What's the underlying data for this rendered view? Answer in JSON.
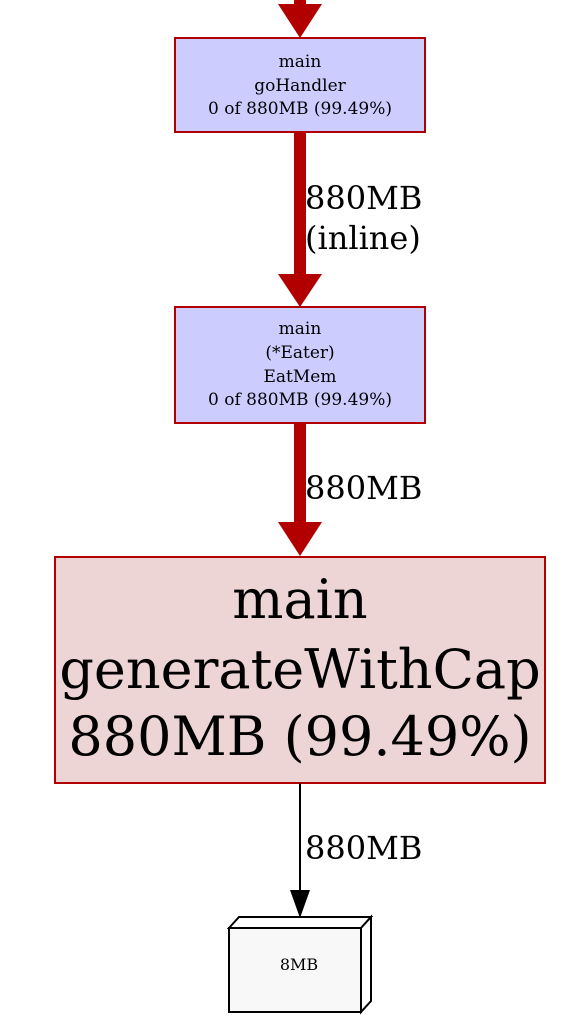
{
  "colors": {
    "hot_edge": "#b20000",
    "hot_border": "#b20000",
    "small_node_fill": "#ccccff",
    "big_node_fill": "#edd5d5",
    "cold_edge": "#000000",
    "leaf_fill": "#f8f8f8",
    "leaf_side": "#ffffff"
  },
  "nodes": {
    "go_handler": {
      "lines": [
        "main",
        "goHandler",
        "0 of 880MB (99.49%)"
      ]
    },
    "eat_mem": {
      "lines": [
        "main",
        "(*Eater)",
        "EatMem",
        "0 of 880MB (99.49%)"
      ]
    },
    "generate_with_cap": {
      "lines": [
        "main",
        "generateWithCap",
        "880MB (99.49%)"
      ]
    },
    "leaf": {
      "label": "8MB"
    }
  },
  "edges": {
    "incoming": {
      "label": ""
    },
    "go_handler_to_eat_mem": {
      "label_line1": "880MB",
      "label_line2": "(inline)"
    },
    "eat_mem_to_generate": {
      "label": "880MB"
    },
    "generate_to_leaf": {
      "label": "880MB"
    }
  }
}
